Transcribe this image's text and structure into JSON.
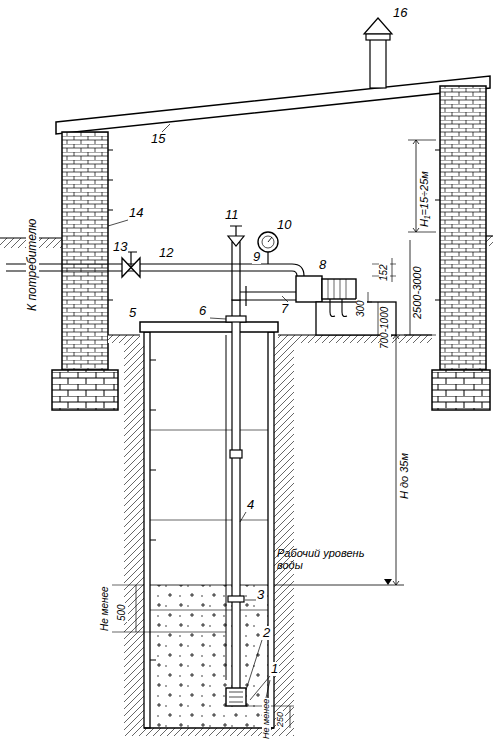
{
  "diagram": {
    "labels": [
      "16",
      "15",
      "14",
      "К потребителю",
      "13",
      "12",
      "11",
      "10",
      "9",
      "8",
      "H₁=15÷25м",
      "2500-3000",
      "152",
      "300",
      "700-1000",
      "5",
      "6",
      "7",
      "4",
      "H до 35м",
      "Рабочий уровень воды",
      "Не менее",
      "500",
      "3",
      "2",
      "1",
      "Не менее",
      "250"
    ]
  }
}
